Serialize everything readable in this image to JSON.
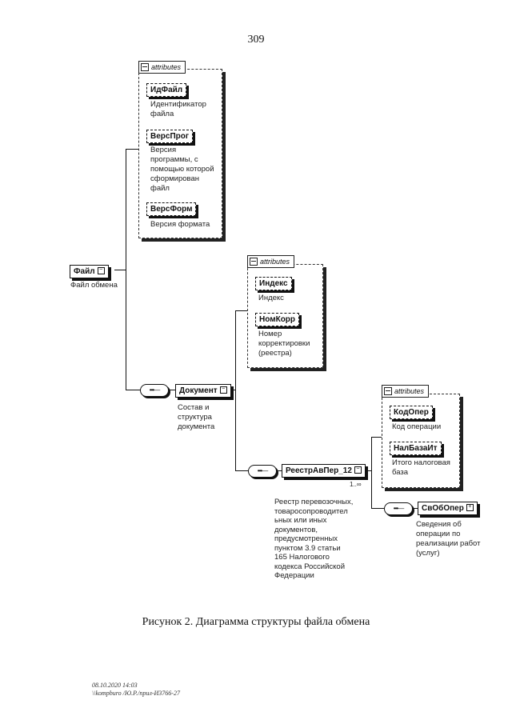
{
  "page_number": "309",
  "caption": "Рисунок 2. Диаграмма структуры файла обмена",
  "footer": {
    "line1": "08.10.2020 14:03",
    "line2": "\\\\kompburo /Ю.Р./прил-И3766-27"
  },
  "attributes_label": "attributes",
  "file": {
    "name": "Файл",
    "description": "Файл обмена",
    "attributes": [
      {
        "name": "ИдФайл",
        "description": "Идентификатор файла"
      },
      {
        "name": "ВерсПрог",
        "description": "Версия программы, с помощью которой сформирован файл"
      },
      {
        "name": "ВерсФорм",
        "description": "Версия формата"
      }
    ]
  },
  "document": {
    "name": "Документ",
    "description": "Состав и структура документа",
    "attributes": [
      {
        "name": "Индекс",
        "description": "Индекс"
      },
      {
        "name": "НомКорр",
        "description": "Номер корректировки (реестра)"
      }
    ]
  },
  "register": {
    "name": "РеестрАвПер_12",
    "cardinality": "1..∞",
    "description": "Реестр перевозочных, товаросопроводител ьных или иных документов, предусмотренных пунктом 3.9 статьи 165 Налогового кодекса Российской Федерации",
    "attributes": [
      {
        "name": "КодОпер",
        "description": "Код операции"
      },
      {
        "name": "НалБазаИт",
        "description": "Итого налоговая база"
      }
    ]
  },
  "operation": {
    "name": "СвОбОпер",
    "description": "Сведения об операции по реализации работ (услуг)"
  }
}
